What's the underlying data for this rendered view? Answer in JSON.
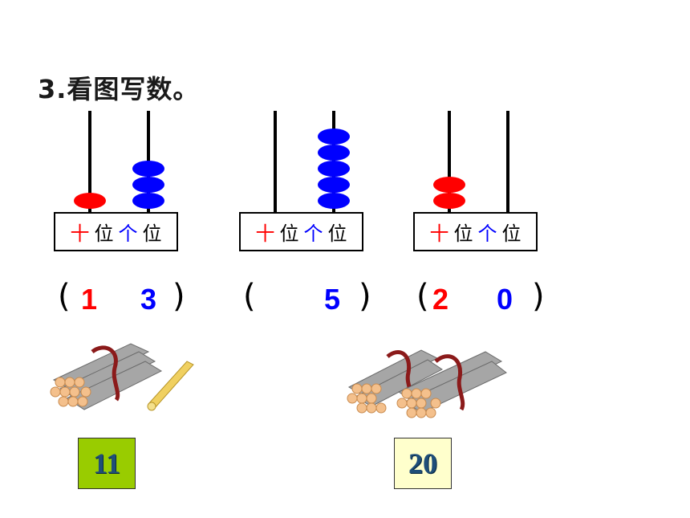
{
  "title": "3.看图写数。",
  "abacus": [
    {
      "tens_label": "十",
      "tens_word": "位",
      "ones_label": "个",
      "ones_word": "位",
      "tens_beads": 1,
      "ones_beads": 3
    },
    {
      "tens_label": "十",
      "tens_word": "位",
      "ones_label": "个",
      "ones_word": "位",
      "tens_beads": 0,
      "ones_beads": 5
    },
    {
      "tens_label": "十",
      "tens_word": "位",
      "ones_label": "个",
      "ones_word": "位",
      "tens_beads": 2,
      "ones_beads": 0
    }
  ],
  "answers": [
    {
      "open": "(",
      "tens": "1",
      "ones": "3",
      "close": ")"
    },
    {
      "open": "(",
      "tens": "",
      "ones": "5",
      "close": ")"
    },
    {
      "open": "(",
      "tens": "2",
      "ones": "0",
      "close": ")"
    }
  ],
  "sticks": [
    {
      "bundles": 1,
      "singles": 1,
      "count": "11",
      "box_color": "#99cc00"
    },
    {
      "bundles": 2,
      "singles": 0,
      "count": "20",
      "box_color": "#ffffcc"
    }
  ],
  "colors": {
    "tens": "#ff0000",
    "ones": "#0000ff",
    "bundle_tie": "#8b1a1a",
    "stick": "#9e9e9e",
    "stick_end": "#f4c08c"
  }
}
